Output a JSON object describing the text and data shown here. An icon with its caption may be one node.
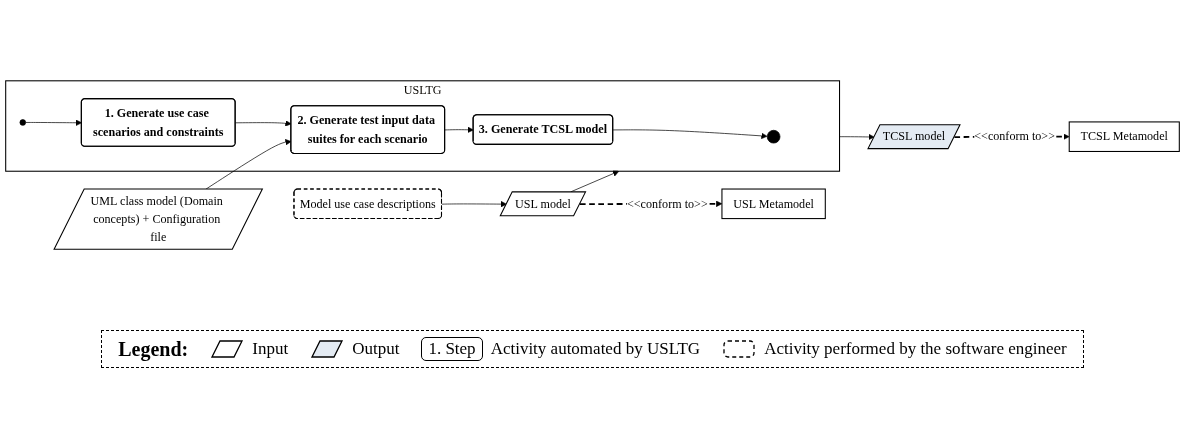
{
  "diagram": {
    "nodes": [
      {
        "text": [
          "USL Metamodel"
        ]
      },
      {
        "text": [
          "UML class model (Domain concepts) + Configuration file"
        ]
      },
      {
        "text": [
          "TCSL Metamodel"
        ]
      },
      {
        "text": [
          "USL model"
        ]
      },
      {
        "text": [
          "USLTG"
        ]
      },
      {
        "text": [],
        "shape": "circle",
        "in": 4
      },
      {
        "text": [
          "1. Generate use case scenarios and constraints"
        ],
        "in": 4
      },
      {
        "text": [
          "2. Generate test input data suites for each scenario"
        ],
        "in": 4
      },
      {
        "text": [
          "3. Generate TCSL model"
        ],
        "in": 4
      },
      {
        "text": [],
        "shape": "circle",
        "in": 4
      },
      {
        "text": [
          "TCSL model"
        ]
      },
      {
        "text": [
          "Model use case descriptions"
        ]
      }
    ],
    "edges": [
      {
        "from": 3,
        "to": 0,
        "arrow": "to",
        "label": "<<conform to>>",
        "style": "dashed"
      },
      {
        "from": 10,
        "to": 2,
        "arrow": "to",
        "label": "<<conform to>>",
        "style": "dashed"
      },
      {
        "from": 11,
        "to": 3,
        "arrow": "to"
      },
      {
        "from": 3,
        "to": 4,
        "arrow": "to"
      },
      {
        "from": 5,
        "to": 6,
        "arrow": "to"
      },
      {
        "from": 6,
        "to": 7,
        "arrow": "to"
      },
      {
        "from": 1,
        "to": 7,
        "arrow": "to"
      },
      {
        "from": 7,
        "to": 8,
        "arrow": "to"
      },
      {
        "from": 8,
        "to": 9,
        "arrow": "to"
      },
      {
        "from": 4,
        "to": 10,
        "arrow": "to"
      }
    ],
    "labels": [
      "Legend:",
      "1. Step"
    ],
    "legend": [
      {
        "text": "Input"
      },
      {
        "text": "Output"
      },
      {
        "text": "Activity automated by USLTG"
      },
      {
        "text": "Activity performed by the software engineer"
      }
    ]
  }
}
